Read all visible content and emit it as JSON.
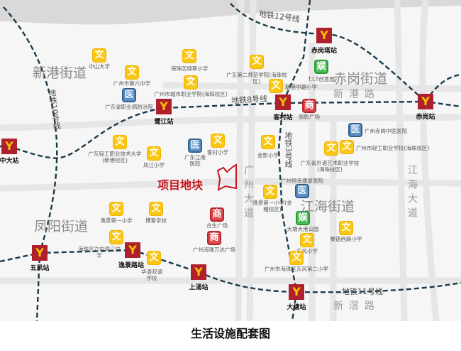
{
  "caption": "生活设施配套图",
  "project_label": "项目地块",
  "icon_glyphs": {
    "edu": "文",
    "med": "医",
    "ent": "娱",
    "shop": "商",
    "metro": "Y"
  },
  "colors": {
    "metro_station": "#b01f2c",
    "education": "#f9c613",
    "medical": "#5b8fc4",
    "entertainment": "#4cbd58",
    "shopping": "#e0494d",
    "project": "#c8161d",
    "metro_line": "#1b3a4b"
  },
  "districts": [
    "新港街道",
    "赤岗街道",
    "凤阳街道",
    "江海街道"
  ],
  "roads": [
    "新港路",
    "新滘路",
    "广州大道",
    "江海大道"
  ],
  "metro_lines": [
    "地铁12号线",
    "地铁8号线",
    "地铁10号线",
    "地铁3号线",
    "地铁11号线"
  ],
  "stations": [
    "中大站",
    "鹭江站",
    "客村站",
    "赤岗塔站",
    "赤岗站",
    "五凤站",
    "逸景路站",
    "上涌站",
    "大塘站"
  ],
  "pois": [
    {
      "type": "edu",
      "name": "中山大学"
    },
    {
      "type": "edu",
      "name": "广州市第六中学"
    },
    {
      "type": "med",
      "name": "广东省职业病防治院"
    },
    {
      "type": "edu",
      "name": "海珠区绿翠小学"
    },
    {
      "type": "edu",
      "name": "广州市城市职业学院(海珠校区)"
    },
    {
      "type": "edu",
      "name": "广东轻工职业技术大学(新港校区)"
    },
    {
      "type": "edu",
      "name": "凤江小学"
    },
    {
      "type": "med",
      "name": "广东江南医院"
    },
    {
      "type": "edu",
      "name": "客村小学"
    },
    {
      "type": "edu",
      "name": "金影小学"
    },
    {
      "type": "edu",
      "name": "广东第二师范学院(海珠校区)"
    },
    {
      "type": "edu",
      "name": "新港中路小学"
    },
    {
      "type": "ent",
      "name": "T.I.T创意园"
    },
    {
      "type": "shop",
      "name": "丽影广场"
    },
    {
      "type": "med",
      "name": "广州赤岗中医医院"
    },
    {
      "type": "edu",
      "name": "广州市轻工职业学校(海珠校区)"
    },
    {
      "type": "edu",
      "name": "广东省外语艺术职业学校(海珠校区)"
    },
    {
      "type": "med",
      "name": "广州恒幸康复医院"
    },
    {
      "type": "edu",
      "name": "逸景第一小学(金穗校区)"
    },
    {
      "type": "ent",
      "name": "大塘大港公园"
    },
    {
      "type": "edu",
      "name": "聚德西路小学"
    },
    {
      "type": "edu",
      "name": "东风小学"
    },
    {
      "type": "edu",
      "name": "广州市海珠区东风第二小学"
    },
    {
      "type": "edu",
      "name": "逸景第一小学"
    },
    {
      "type": "edu",
      "name": "博爱学校"
    },
    {
      "type": "shop",
      "name": "合生广场"
    },
    {
      "type": "shop",
      "name": "广州海珠万达广场"
    },
    {
      "type": "edu",
      "name": "海珠区六中珠江中学"
    },
    {
      "type": "edu",
      "name": "华语双语学校"
    }
  ]
}
